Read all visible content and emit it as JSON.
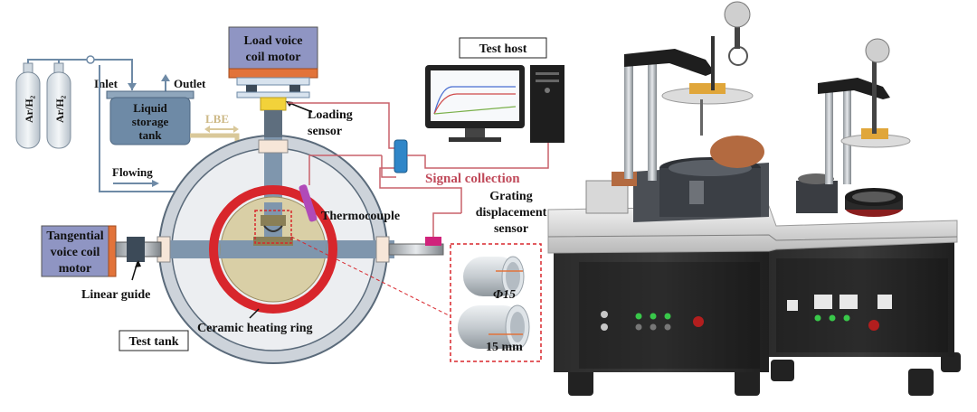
{
  "labels": {
    "ar1": "Ar/H₂",
    "ar2": "Ar/H₂",
    "inlet": "Inlet",
    "outlet": "Outlet",
    "liquid1": "Liquid",
    "liquid2": "storage",
    "liquid3": "tank",
    "lbe": "LBE",
    "flowing": "Flowing",
    "load1": "Load voice",
    "load2": "coil motor",
    "loading1": "Loading",
    "loading2": "sensor",
    "test_host": "Test host",
    "signal": "Signal collection",
    "thermo": "Thermocouple",
    "grating1": "Grating",
    "grating2": "displacement",
    "grating3": "sensor",
    "tangential1": "Tangential",
    "tangential2": "voice coil",
    "tangential3": "motor",
    "linear": "Linear guide",
    "ceramic": "Ceramic heating ring",
    "test_tank": "Test tank",
    "phi": "Φ15",
    "mm": "15 mm"
  },
  "colors": {
    "tank_blue": "#6e8aa6",
    "ring_red": "#d8262c",
    "signal_line": "#c9606a",
    "lbe_beige": "#d9c89a",
    "motor_orange": "#e2733a",
    "loading_yellow": "#f2d23a",
    "thermo_purple": "#b04ab8",
    "grating_pink": "#d0237b",
    "signal_text": "#c04a5a"
  }
}
